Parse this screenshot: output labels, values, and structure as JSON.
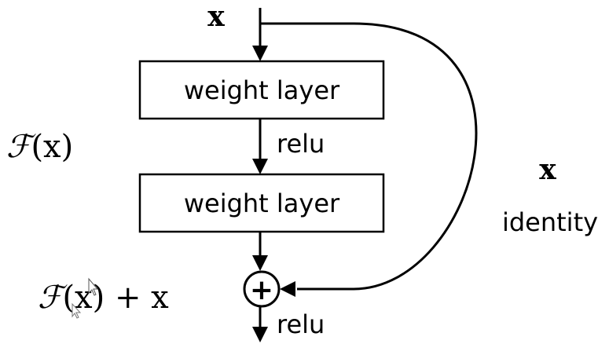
{
  "diagram": {
    "input_label": "x",
    "weight_layer_1": "weight layer",
    "relu_1": "relu",
    "weight_layer_2": "weight layer",
    "residual_label_F": "ℱ",
    "residual_label_x": "(x)",
    "sum_label_F": "ℱ",
    "sum_label_rest": "(x) + x",
    "add_symbol": "+",
    "output_relu": "relu",
    "shortcut_label_x": "x",
    "shortcut_label_identity": "identity"
  },
  "colors": {
    "ink": "#000000",
    "background": "#ffffff"
  }
}
